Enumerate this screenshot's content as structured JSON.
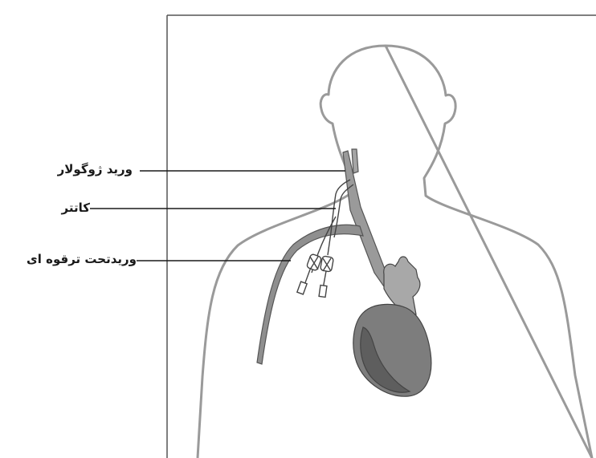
{
  "labels": {
    "jugular_vein": "ورید ژوگولار",
    "catheter": "کاتتر",
    "subclavian_vein": "وریدتحت ترقوه ای"
  },
  "colors": {
    "background": "#ffffff",
    "frame": "#555555",
    "body_outline": "#9a9a9a",
    "vein_fill": "#8f8f8f",
    "heart_fill": "#7d7d7d",
    "heart_dark": "#5e5e5e",
    "catheter": "#444444",
    "leader_line": "#1a1a1a"
  }
}
